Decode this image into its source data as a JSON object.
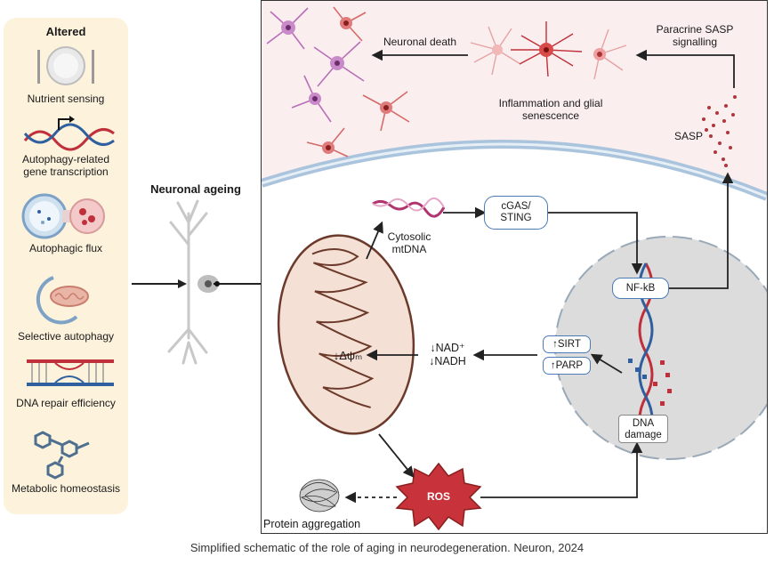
{
  "sidebar": {
    "title": "Altered",
    "items": [
      {
        "label": "Nutrient sensing"
      },
      {
        "label": "Autophagy-related\ngene transcription"
      },
      {
        "label": "Autophagic flux"
      },
      {
        "label": "Selective autophagy"
      },
      {
        "label": "DNA repair efficiency"
      },
      {
        "label": "Metabolic homeostasis"
      }
    ]
  },
  "center": {
    "title": "Neuronal ageing"
  },
  "panel": {
    "neuronal_death": "Neuronal death",
    "paracrine": "Paracrine SASP\nsignalling",
    "inflammation": "Inflammation and glial\nsenescence",
    "sasp": "SASP",
    "cytosolic": "Cytosolic\nmtDNA",
    "cgas": "cGAS/\nSTING",
    "nfkb": "NF-kB",
    "delta_psi": "↓Δψₘ",
    "nad": "↓NAD⁺\n↓NADH",
    "sirt": "↑SIRT",
    "parp": "↑PARP",
    "dna_damage": "DNA\ndamage",
    "ros": "ROS",
    "protein_aggregation": "Protein aggregation"
  },
  "caption": "Simplified schematic of the role of aging in neurodegeneration. Neuron, 2024",
  "colors": {
    "sidebar_bg": "#fdf3dd",
    "box_border": "#4a7bb7",
    "ros": "#c8323a",
    "membrane": "#a9c4dc",
    "nucleus": "#dcdcdc",
    "dna_red": "#c0303a",
    "dna_blue": "#2f5f9e"
  }
}
